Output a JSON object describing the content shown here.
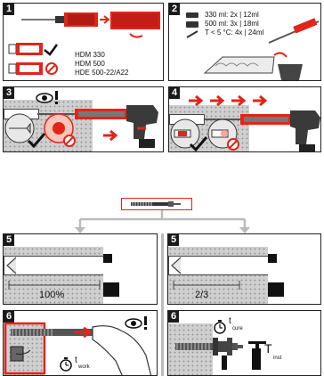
{
  "steps": {
    "s1": "1",
    "s2": "2",
    "s3": "3",
    "s4": "4",
    "s5a": "5",
    "s5b": "5",
    "s6a": "6",
    "s6b": "6"
  },
  "panel1": {
    "items": [
      "HDM 330",
      "HDM 500",
      "HDE 500-22/A22"
    ]
  },
  "panel2": {
    "rows": [
      "330 ml:  2x  | 12ml",
      "500 ml:  3x  | 18ml",
      "T < 5 °C: 4x  | 24ml"
    ]
  },
  "step5": {
    "left_label": "100%",
    "right_label": "2/3"
  },
  "step6": {
    "left_t": "t",
    "left_sub": "work",
    "right_t": "t",
    "right_sub": "cure",
    "right_T": "T",
    "right_T_sub": "inst"
  },
  "colors": {
    "accent": "#e1251b",
    "concrete": "#cfcfcf",
    "dark": "#1a1a1a"
  }
}
